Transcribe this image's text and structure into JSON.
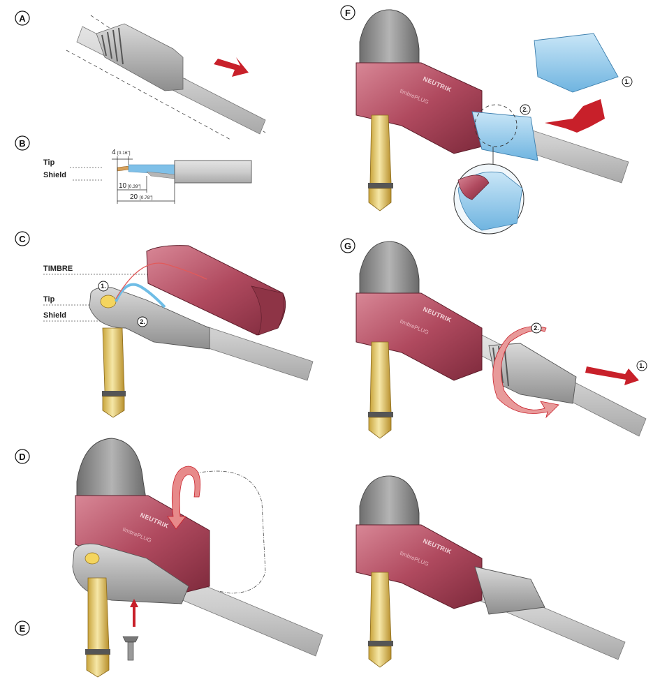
{
  "steps": {
    "a": "A",
    "b": "B",
    "c": "C",
    "d": "D",
    "e": "E",
    "f": "F",
    "g": "G"
  },
  "strip_labels": {
    "tip": "Tip",
    "shield": "Shield"
  },
  "dimensions": {
    "d1_value": "4",
    "d1_inch": "[0.16\"]",
    "d2_value": "10",
    "d2_inch": "[0.39\"]",
    "d3_value": "20",
    "d3_inch": "[0.78\"]"
  },
  "assembly_labels": {
    "timbre": "TIMBRE",
    "tip": "Tip",
    "shield": "Shield"
  },
  "callouts": {
    "one": "1.",
    "two": "2."
  },
  "branding": {
    "maker": "NEUTRIK",
    "product": "timbrePLUG"
  },
  "colors": {
    "plug_red": "#b04a5f",
    "cap_grey": "#8a8a8a",
    "cable_grey": "#cfcfcf",
    "gold": "#e8c95a",
    "clamp_blue": "#8fc8ea",
    "arrow_red": "#c8202a"
  }
}
